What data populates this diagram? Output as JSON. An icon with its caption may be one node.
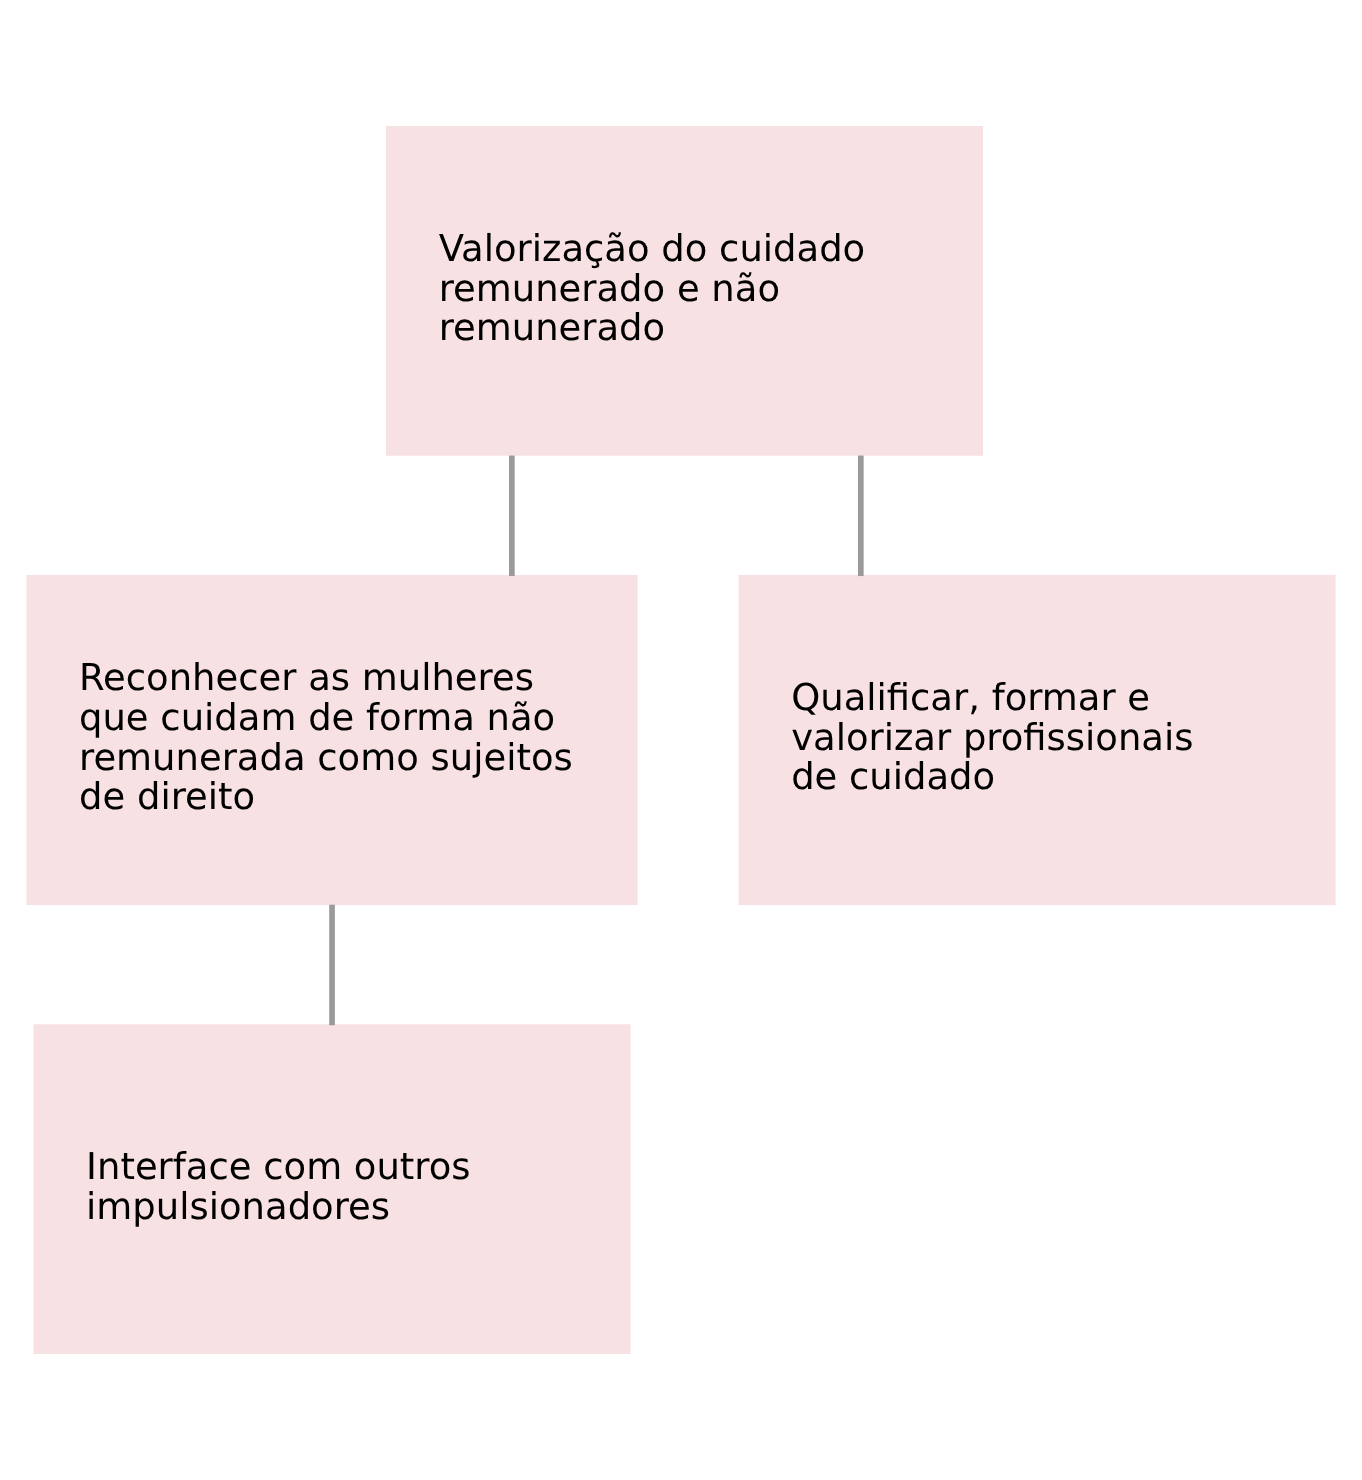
{
  "diagram": {
    "nodes": [
      {
        "text": [
          "Valorização do cuidado remunerado e não remunerado"
        ]
      },
      {
        "text": [
          "Reconhecer as mulheres que cuidam de forma não remunerada como sujeitos de direito"
        ]
      },
      {
        "text": [
          "Qualificar, formar e valorizar profissionais de cuidado"
        ]
      },
      {
        "text": [
          "Interface com outros impulsionadores"
        ]
      }
    ],
    "edges": [
      {
        "from": 0,
        "to": 1,
        "arrow": "none"
      },
      {
        "from": 0,
        "to": 2,
        "arrow": "none"
      },
      {
        "from": 1,
        "to": 3,
        "arrow": "none"
      }
    ]
  }
}
